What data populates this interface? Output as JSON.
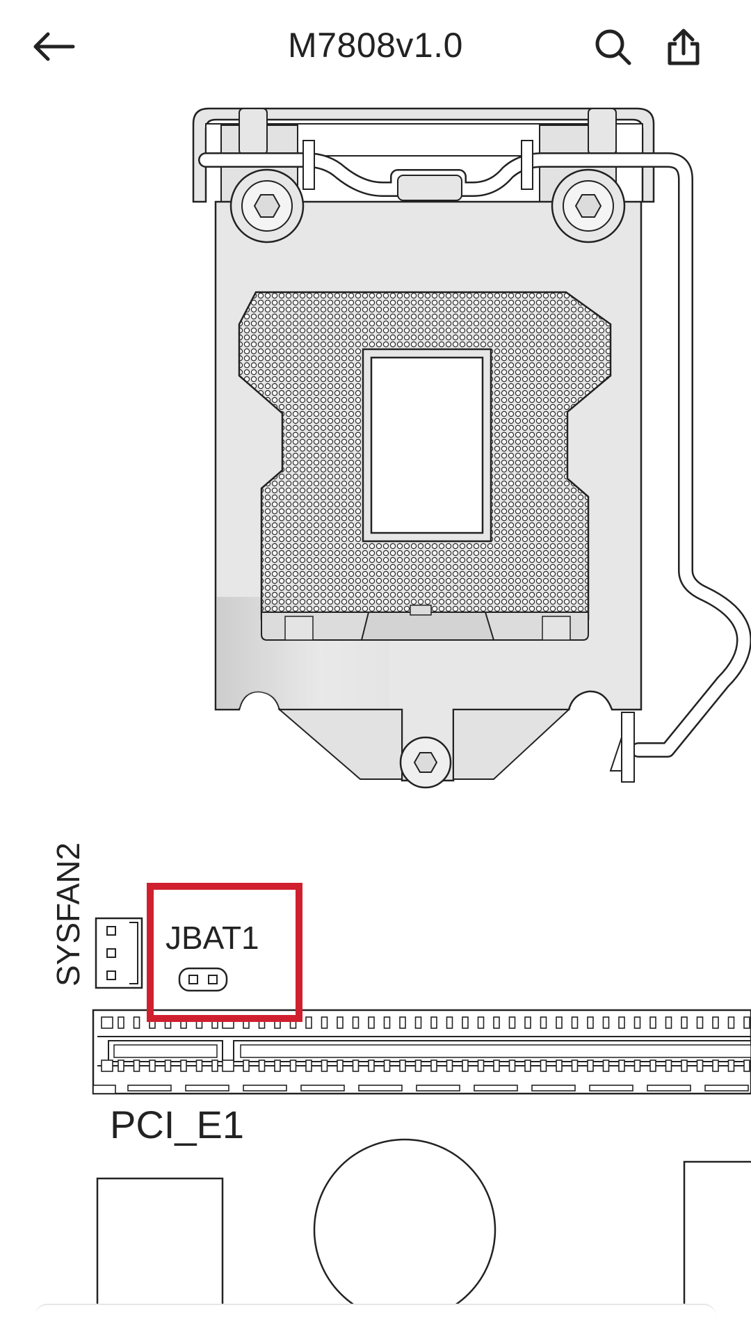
{
  "header": {
    "title": "M7808v1.0",
    "back_icon": "arrow-left-icon",
    "search_icon": "search-icon",
    "share_icon": "share-icon"
  },
  "diagram": {
    "labels": {
      "sysfan2": "SYSFAN2",
      "jbat1": "JBAT1",
      "pcie1": "PCI_E1"
    },
    "highlight_color": "#d0202f"
  }
}
